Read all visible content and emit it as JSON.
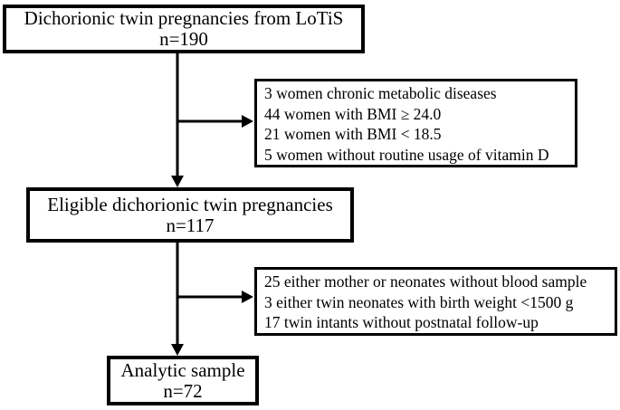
{
  "page": {
    "background": "#ffffff"
  },
  "flowchart": {
    "colors": {
      "box_border": "#000000",
      "box_background": "#ffffff",
      "text": "#000000",
      "arrow": "#000000"
    },
    "boxes": {
      "population": {
        "title": "Dichorionic twin pregnancies from LoTiS",
        "count": "n=190"
      },
      "exclusion1": {
        "lines": [
          "3 women chronic metabolic diseases",
          "44 women with BMI ≥ 24.0",
          "21 women with BMI < 18.5",
          "5 women without routine usage of vitamin D"
        ]
      },
      "eligible": {
        "title": "Eligible dichorionic twin pregnancies",
        "count": "n=117"
      },
      "exclusion2": {
        "lines": [
          "25 either mother or neonates without blood sample",
          "3 either twin neonates with birth weight <1500 g",
          "17 twin intants without postnatal follow-up"
        ]
      },
      "analytic": {
        "title": "Analytic sample",
        "count": "n=72"
      }
    }
  }
}
